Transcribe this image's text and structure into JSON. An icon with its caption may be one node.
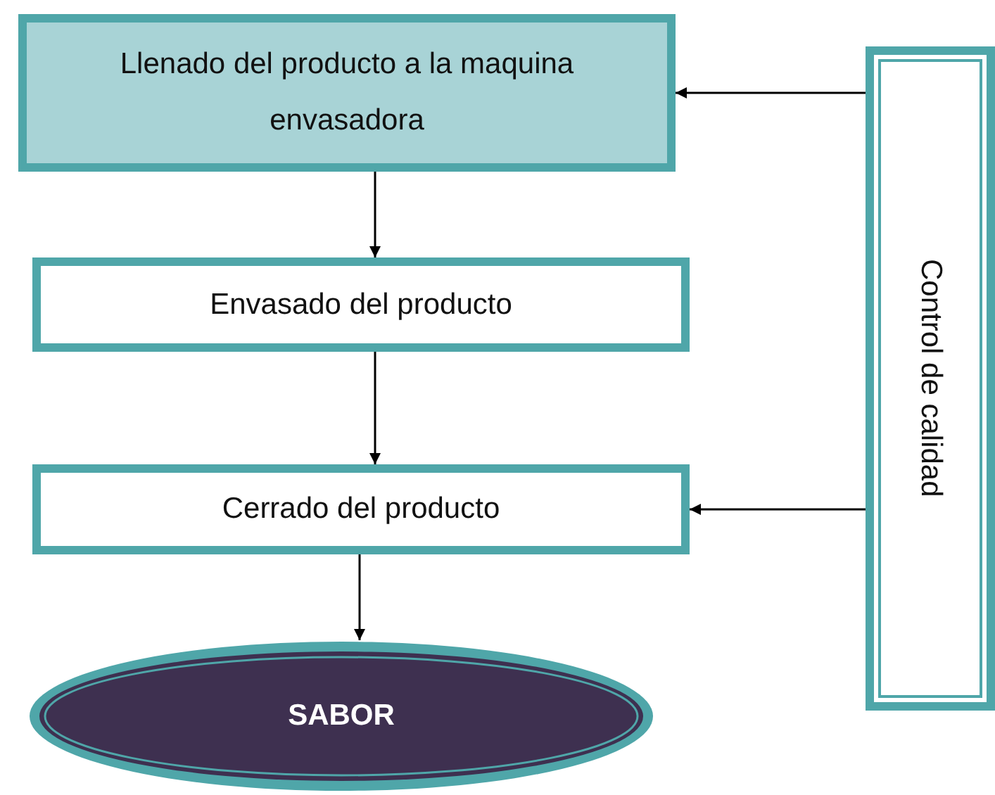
{
  "diagram": {
    "nodes": [
      {
        "text": [
          "Llenado del producto a la maquina envasadora"
        ]
      },
      {
        "text": [
          "Envasado del producto"
        ]
      },
      {
        "text": [
          "Cerrado del producto"
        ]
      },
      {
        "text": [
          "SABOR"
        ]
      },
      {
        "text": [
          "Control de calidad"
        ]
      }
    ],
    "edges": [
      {
        "from": 0,
        "to": 1,
        "arrow": "to"
      },
      {
        "from": 1,
        "to": 2,
        "arrow": "to"
      },
      {
        "from": 2,
        "to": 3,
        "arrow": "to"
      },
      {
        "from": 4,
        "to": 0,
        "arrow": "to"
      },
      {
        "from": 4,
        "to": 2,
        "arrow": "to"
      }
    ]
  }
}
